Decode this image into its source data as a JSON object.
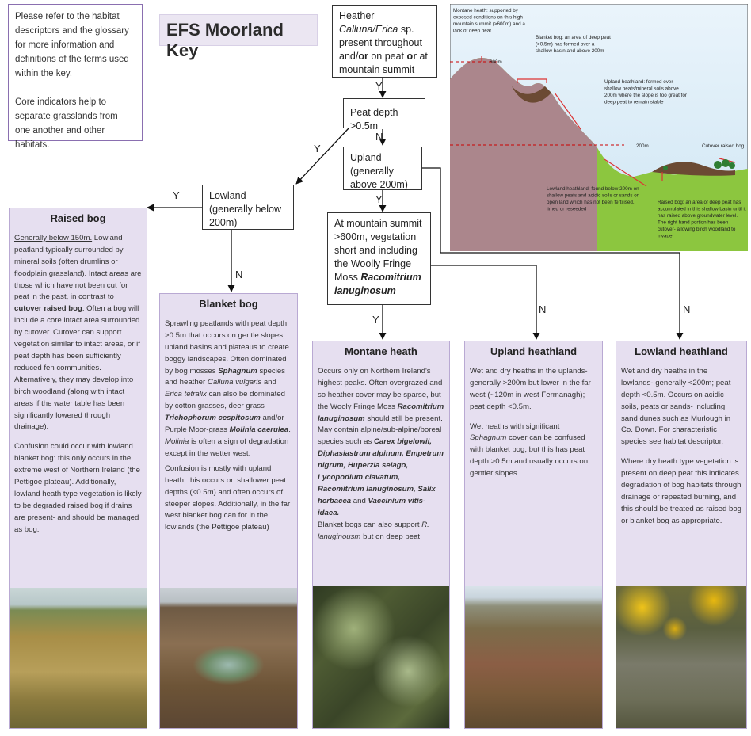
{
  "title": "EFS Moorland Key",
  "intro": {
    "line1": "Please refer to the habitat descriptors and the glossary for more information and definitions of the terms used within the key.",
    "line2": "Core indicators help to separate grasslands from one another and other habitats."
  },
  "nodes": {
    "heather_a": "Heather ",
    "heather_b": "Calluna/Erica",
    "heather_c": " sp. present throughout and/",
    "heather_d": "or",
    "heather_e": " on peat ",
    "heather_f": "or",
    "heather_g": " at mountain summit",
    "peat": "Peat depth >0.5m",
    "upland": "Upland (generally above 200m)",
    "lowland": "Lowland (generally below 200m)",
    "summit_a": "At mountain summit >600m, vegetation short and including the Woolly Fringe Moss ",
    "summit_b": "Racomitrium lanuginosum"
  },
  "labels": {
    "y": "Y",
    "n": "N"
  },
  "profile": {
    "montane": "Montane heath: supported by exposed conditions on this high mountain summit (>600m) and a lack of deep peat",
    "blanket": "Blanket bog: an area of deep peat (>0.5m) has formed over a shallow basin and above 200m",
    "upland": "Upland heathland: formed over shallow peats/mineral soils above 200m where the slope is too great for deep peat to remain stable",
    "m600": "600m",
    "m200": "200m",
    "cutover": "Cutover raised bog",
    "lowland": "Lowland heathland: found below 200m on shallow peats and acidic soils or sands on open land which has not been fertilised, limed or reseeded",
    "raised": "Raised bog: an area of deep peat has accumulated in this shallow basin until it has raised above groundwater level. The right hand portion has been cutover- allowing birch woodland to invade"
  },
  "habitats": {
    "raised": {
      "title": "Raised bog",
      "p1a": "Generally below 150m.",
      "p1b": " Lowland peatland typically surrounded by mineral soils (often drumlins or floodplain grassland). Intact areas are those which have not been cut for peat in the past, in contrast to ",
      "p1c": "cutover raised bog",
      "p1d": ". Often a bog will include a core intact area surrounded by cutover. Cutover can support vegetation similar to intact areas, or if peat depth has been sufficiently reduced fen communities. Alternatively, they may develop into birch woodland (along with intact areas if the water table has been significantly lowered through drainage).",
      "p2": "Confusion could occur with lowland blanket bog: this only occurs in the extreme west of Northern Ireland (the Pettigoe plateau). Additionally, lowland heath type vegetation is likely to be degraded raised bog if drains are present- and should be managed as bog."
    },
    "blanket": {
      "title": "Blanket bog",
      "a": "Sprawling peatlands with peat depth >0.5m that occurs on gentle slopes, upland basins and plateaus to create boggy landscapes. Often dominated by bog mosses ",
      "b": "Sphagnum",
      "c": " species and heather ",
      "d": "Calluna vulgaris",
      "e": " and ",
      "f": "Erica tetralix",
      "g": " can also be dominated by cotton grasses, deer grass ",
      "h": "Trichophorum cespitosum",
      "i": " and/or Purple Moor-grass ",
      "j": "Molinia caerulea",
      "k": ". ",
      "l": "Molinia",
      "m": " is often a sign of degradation except in the wetter west.",
      "p2": "Confusion is mostly with upland heath: this occurs on shallower peat depths (<0.5m) and often occurs of steeper slopes. Additionally, in the far west blanket bog can for in the lowlands (the Pettigoe plateau)"
    },
    "montane": {
      "title": "Montane heath",
      "a": "Occurs only on Northern Ireland's highest peaks. Often overgrazed and so heather cover may be sparse, but the Wooly Fringe Moss ",
      "b": "Racomitrium lanuginosum",
      "c": " should still be present. May contain alpine/sub-alpine/boreal species such as ",
      "d": "Carex bigelowii, Diphasiastrum alpinum, Empetrum nigrum, Huperzia selago, Lycopodium clavatum, Racomitrium lanuginosum, Salix herbacea",
      "e": " and ",
      "f": "Vaccinium vitis-idaea.",
      "g": "Blanket bogs can also support ",
      "h": "R. lanuginousm",
      "i": " but on deep peat."
    },
    "upland": {
      "title": "Upland heathland",
      "p1": "Wet and dry heaths in the uplands- generally >200m but lower in the far west (~120m in west Fermanagh); peat depth <0.5m.",
      "p2a": "Wet heaths with significant ",
      "p2b": "Sphagnum",
      "p2c": " cover can be confused with blanket bog, but this has peat depth >0.5m and usually occurs on gentler slopes."
    },
    "lowland": {
      "title": "Lowland heathland",
      "p1": "Wet and dry heaths in the lowlands- generally <200m; peat depth <0.5m. Occurs on acidic soils, peats or sands- including sand dunes such as Murlough in Co. Down. For characteristic species see habitat descriptor.",
      "p2": "Where dry heath type vegetation is present on deep peat this indicates degradation of bog habitats through drainage or repeated burning, and this should be treated as raised bog or blanket bog as appropriate."
    }
  }
}
